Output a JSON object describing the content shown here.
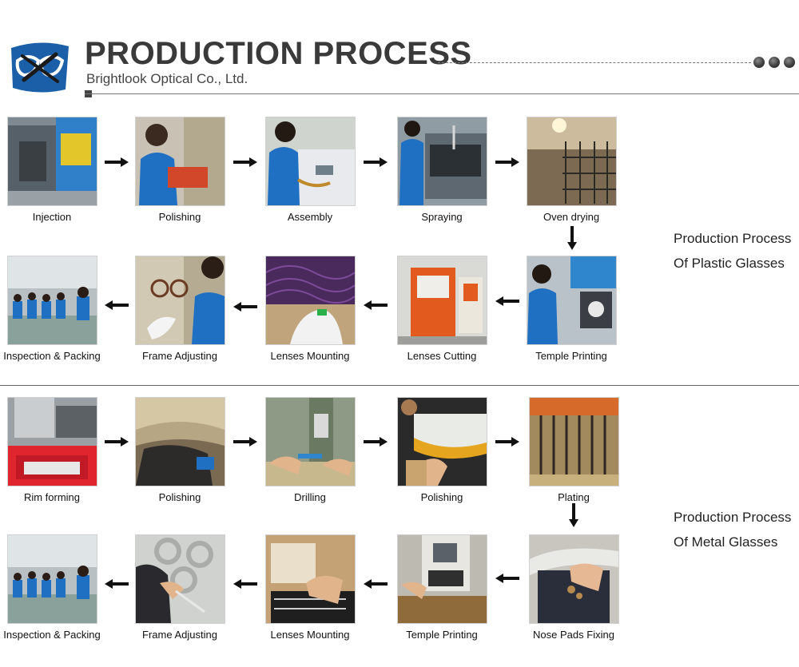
{
  "header": {
    "title": "PRODUCTION PROCESS",
    "subtitle": "Brightlook Optical Co., Ltd."
  },
  "plastic": {
    "label_line1": "Production Process",
    "label_line2": "Of Plastic Glasses",
    "steps": [
      "Injection",
      "Polishing",
      "Assembly",
      "Spraying",
      "Oven drying",
      "Temple Printing",
      "Lenses Cutting",
      "Lenses Mounting",
      "Frame Adjusting",
      "Inspection & Packing"
    ]
  },
  "metal": {
    "label_line1": "Production Process",
    "label_line2": "Of  Metal Glasses",
    "steps": [
      "Rim forming",
      "Polishing",
      "Drilling",
      "Polishing",
      "Plating",
      "Nose Pads Fixing",
      "Temple Printing",
      "Lenses Mounting",
      "Frame Adjusting",
      "Inspection & Packing"
    ]
  },
  "colors": {
    "accent": "#1b5fa8",
    "worker_shirt": "#1f6fc2",
    "text": "#111111",
    "title": "#3a3a3a"
  }
}
